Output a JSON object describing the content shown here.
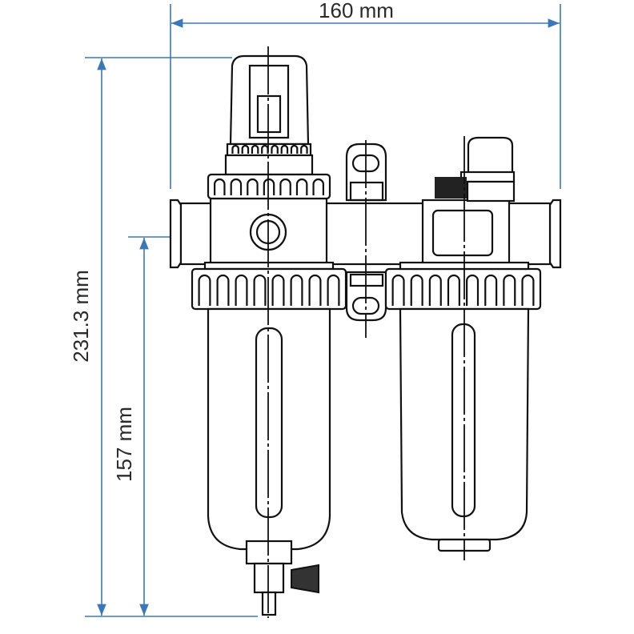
{
  "dimensions": {
    "width_label": "160 mm",
    "total_height_label": "231.3 mm",
    "bowl_height_label": "157 mm"
  },
  "colors": {
    "dimension_line": "#3b78b8",
    "drawing_line": "#111111"
  }
}
